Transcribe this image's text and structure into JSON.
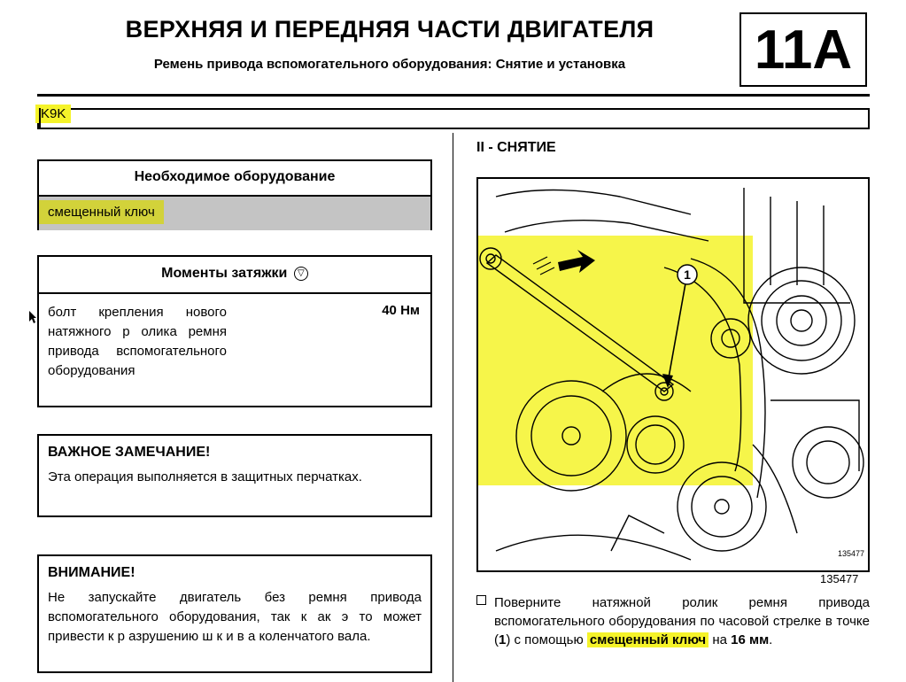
{
  "header": {
    "title": "ВЕРХНЯЯ И ПЕРЕДНЯЯ ЧАСТИ ДВИГАТЕЛЯ",
    "subtitle": "Ремень привода вспомогательного оборудования: Снятие и установка",
    "section_code": "11A"
  },
  "engine": {
    "code": "K9K"
  },
  "equipment": {
    "heading": "Необходимое оборудование",
    "item": "смещенный ключ"
  },
  "torque": {
    "heading": "Моменты затяжки",
    "symbol": "▽",
    "description": "болт крепления нового натяжного р олика ремня привода вспомогательного оборудования",
    "value": "40 Нм"
  },
  "important_note": {
    "title": "ВАЖНОЕ ЗАМЕЧАНИЕ!",
    "text": "Эта операция выполняется в защитных перчатках."
  },
  "warning": {
    "title": "ВНИМАНИЕ!",
    "text": "Не запускайте двигатель без ремня привода вспомогательного оборудования, так к ак э то может привести к р азрушению ш к и в а коленчатого вала."
  },
  "removal": {
    "section_title": "II - СНЯТИЕ",
    "figure_number": "135477",
    "figure_callout": "1",
    "instruction_pre": "Поверните натяжной ролик ремня привода вспомогательного оборудования по часовой стрелке в точке (",
    "instruction_point": "1",
    "instruction_mid": ") с помощью",
    "instruction_tool": "смещенный ключ",
    "instruction_post": "на",
    "instruction_size": "16 мм",
    "instruction_end": "."
  },
  "colors": {
    "highlight": "#f5f32a",
    "equipment_row_bg": "#c4c4c4"
  }
}
